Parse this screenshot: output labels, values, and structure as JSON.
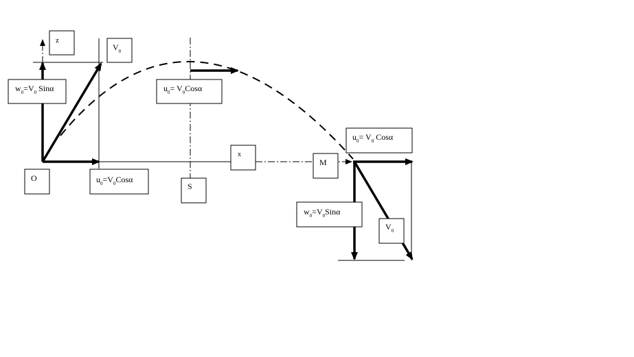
{
  "labels": {
    "z": "z",
    "V0_top": {
      "main": "V",
      "sub": "0"
    },
    "w0_left": {
      "pre": "w",
      "sub1": "0",
      "mid": "=V",
      "sub2": "0",
      "post": " Sinα"
    },
    "u0_top": {
      "pre": "u",
      "sub1": "0",
      "mid": "= V",
      "sub2": "0",
      "post": "Cosα"
    },
    "O": "O",
    "u0_bottom": {
      "pre": "u",
      "sub1": "0",
      "mid": "=V",
      "sub2": "0",
      "post": "Cosα"
    },
    "S": "S",
    "x": "x",
    "M": "M",
    "u0_right": {
      "pre": "u",
      "sub1": "0",
      "mid": "= V",
      "sub2": "0",
      "post": " Cosα"
    },
    "w0_right": {
      "pre": "w",
      "sub1": "0",
      "mid": "=V",
      "sub2": "0",
      "post": "Sinα"
    },
    "V0_right": {
      "main": "V",
      "sub": "0"
    }
  }
}
